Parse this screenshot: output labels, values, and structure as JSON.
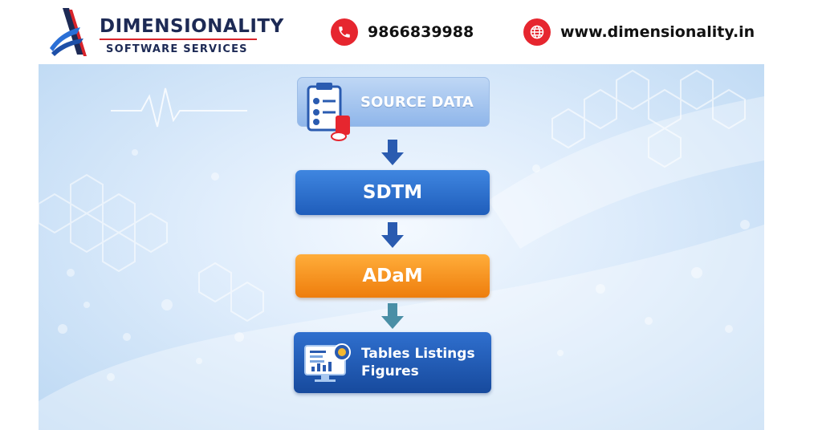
{
  "header": {
    "brand_name": "DIMENSIONALITY",
    "brand_sub": "SOFTWARE SERVICES",
    "phone": "9866839988",
    "website": "www.dimensionality.in",
    "icons": {
      "phone": "phone-icon",
      "web": "globe-icon"
    },
    "accent_color": "#e6262f",
    "brand_color": "#1d2a55"
  },
  "flow": {
    "source": "SOURCE DATA",
    "sdtm": "SDTM",
    "adam": "ADaM",
    "tlf_line1": "Tables Listings",
    "tlf_line2": "Figures",
    "colors": {
      "source": "#9fc2ee",
      "sdtm": "#2c6fd1",
      "adam": "#f58f1f",
      "tlf": "#1f5ab5",
      "arrow_blue": "#2a5bb0",
      "arrow_teal": "#4a8fa6"
    }
  }
}
